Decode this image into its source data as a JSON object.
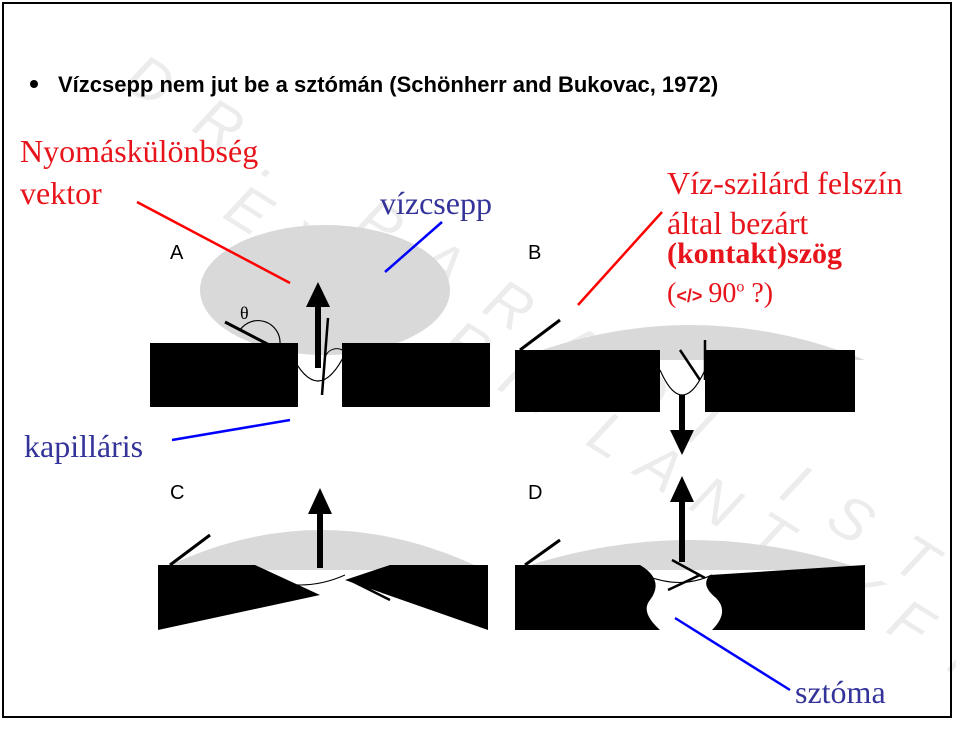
{
  "bullet_text": "Vízcsepp nem jut be a sztómán (Schönherr and Bukovac, 1972)",
  "watermark": {
    "line1": "DR. PARADI ISTVÁN",
    "line2": "EXPERIPLANT KFT."
  },
  "labels": {
    "pressure_vector": "Nyomáskülönbség",
    "pressure_vector_2": "vektor",
    "droplet": "vízcsepp",
    "contact_angle_1": "Víz-szilárd felszín",
    "contact_angle_2": "által bezárt",
    "contact_angle_3": "(kontakt)szög",
    "contact_angle_4_open": "(",
    "contact_angle_4_sym": "</>",
    "contact_angle_4_num": "90",
    "contact_angle_4_sup": "o",
    "contact_angle_4_close": " ?)",
    "capillary": "kapilláris",
    "stoma": "sztóma",
    "theta": "θ"
  },
  "panels": [
    "A",
    "B",
    "C",
    "D"
  ],
  "colors": {
    "red": "#e8141b",
    "blue": "#333399",
    "droplet_gray": "#d9d9d9",
    "leader_red": "#ff0000",
    "leader_blue": "#0000ff"
  }
}
